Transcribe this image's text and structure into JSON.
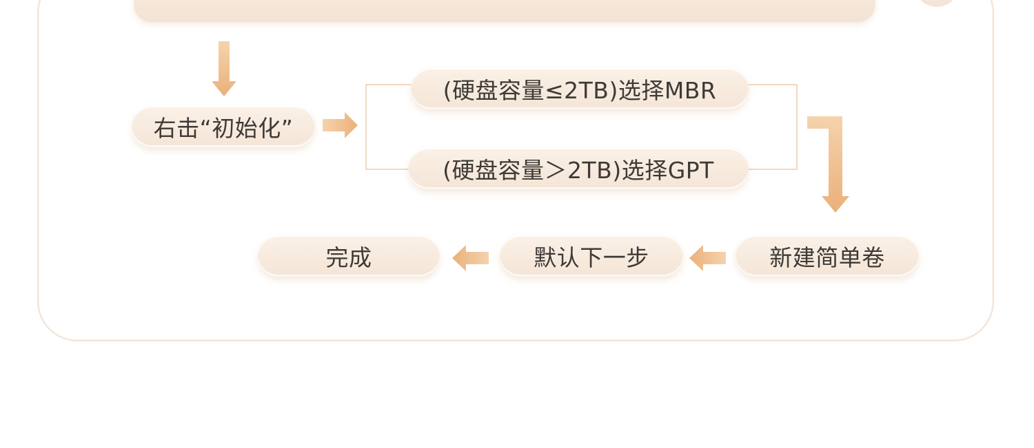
{
  "nodes": {
    "init": "右击“初始化”",
    "mbr": "(硬盘容量≤2TB)选择MBR",
    "gpt": "(硬盘容量＞2TB)选择GPT",
    "new_volume": "新建简单卷",
    "next": "默认下一步",
    "done": "完成"
  },
  "colors": {
    "pill_fill": "#f6e8da",
    "arrow": "#edb982",
    "text": "#3e3a36",
    "border": "#f1e4d7",
    "bracket": "#f0d9c2"
  }
}
